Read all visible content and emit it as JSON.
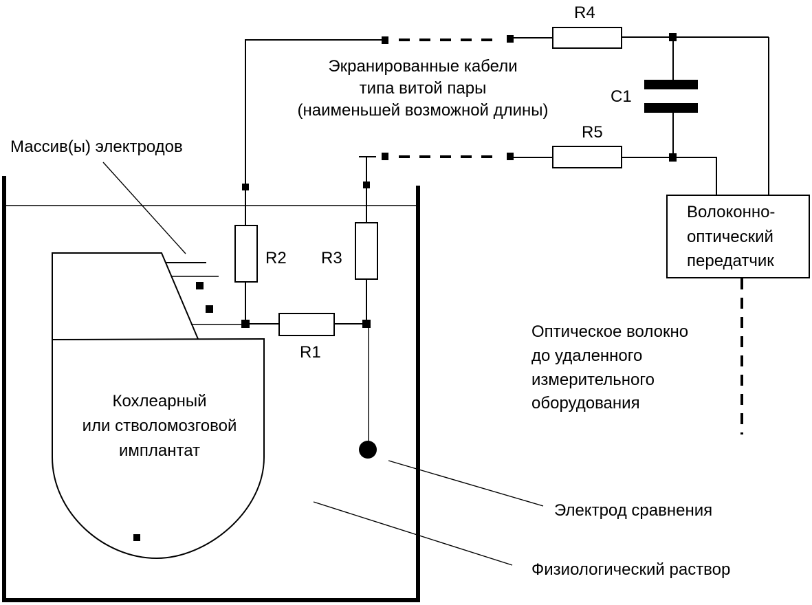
{
  "diagram": {
    "title": "Схема измерительной установки для кохлеарного или стволомозгового имплантата",
    "labels": {
      "electrode_arrays": "Массив(ы) электродов",
      "cables_line1": "Экранированные кабели",
      "cables_line2": "типа витой пары",
      "cables_line3": "(наименьшей возможной длины)",
      "implant_line1": "Кохлеарный",
      "implant_line2": "или стволомозговой",
      "implant_line3": "имплантат",
      "transmitter_line1": "Волоконно-",
      "transmitter_line2": "оптический",
      "transmitter_line3": "передатчик",
      "fiber_line1": "Оптическое волокно",
      "fiber_line2": "до удаленного",
      "fiber_line3": "измерительного",
      "fiber_line4": "оборудования",
      "reference_electrode": "Электрод сравнения",
      "saline": "Физиологический раствор"
    },
    "components": {
      "r1": "R1",
      "r2": "R2",
      "r3": "R3",
      "r4": "R4",
      "r5": "R5",
      "c1": "C1"
    }
  }
}
